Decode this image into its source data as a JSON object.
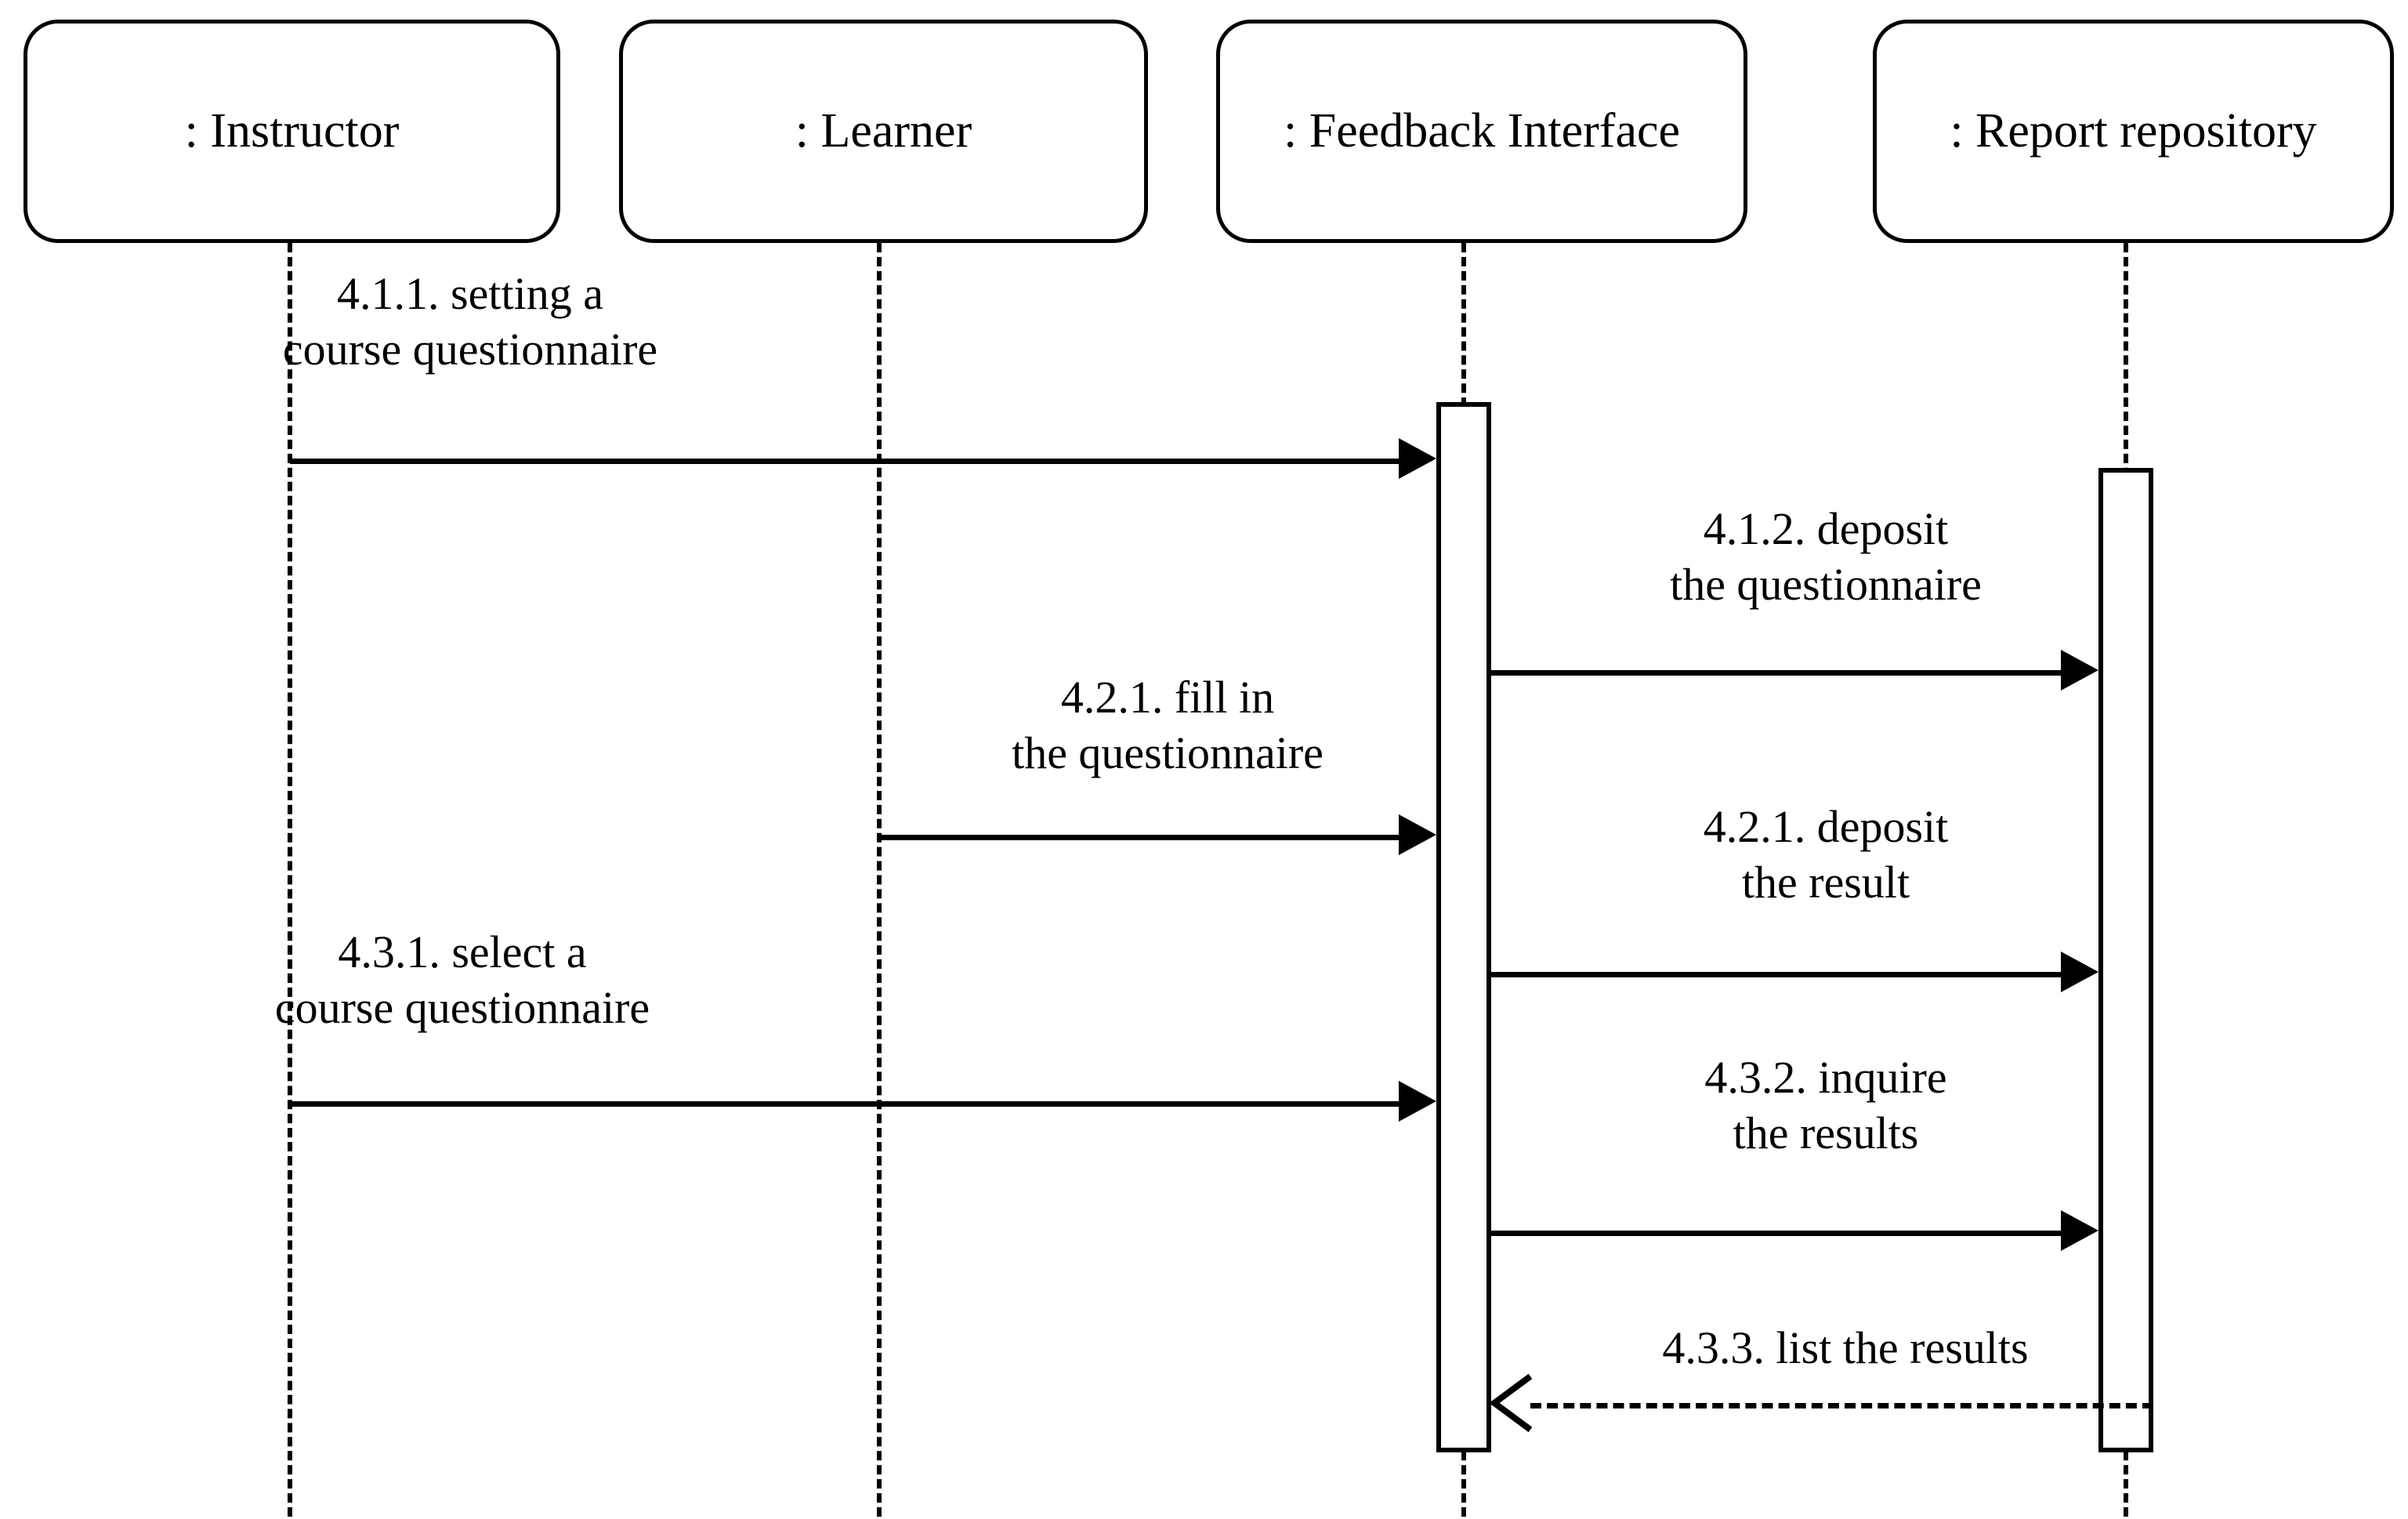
{
  "diagram": {
    "type": "uml-sequence-diagram",
    "title": "",
    "background_color": "#ffffff",
    "line_color": "#000000"
  },
  "lifelines": [
    {
      "id": "instructor",
      "label": ": Instructor",
      "kind": "actor"
    },
    {
      "id": "learner",
      "label": ": Learner",
      "kind": "actor"
    },
    {
      "id": "feedback_interface",
      "label": ": Feedback Interface",
      "kind": "boundary"
    },
    {
      "id": "report_repository",
      "label": ": Report repository",
      "kind": "database"
    }
  ],
  "activations": [
    {
      "lifeline": "feedback_interface"
    },
    {
      "lifeline": "report_repository"
    }
  ],
  "messages": [
    {
      "number": "4.1.1.",
      "label": "4.1.1. setting a\ncourse questionnaire",
      "from": "instructor",
      "to": "feedback_interface",
      "style": "solid",
      "arrow": "filled"
    },
    {
      "number": "4.1.2.",
      "label": "4.1.2. deposit\nthe questionnaire",
      "from": "feedback_interface",
      "to": "report_repository",
      "style": "solid",
      "arrow": "filled"
    },
    {
      "number": "4.2.1.",
      "label": "4.2.1. fill in\nthe questionnaire",
      "from": "learner",
      "to": "feedback_interface",
      "style": "solid",
      "arrow": "filled"
    },
    {
      "number": "4.2.1.",
      "label": "4.2.1. deposit\nthe result",
      "from": "feedback_interface",
      "to": "report_repository",
      "style": "solid",
      "arrow": "filled"
    },
    {
      "number": "4.3.1.",
      "label": "4.3.1. select a\ncourse questionnaire",
      "from": "instructor",
      "to": "feedback_interface",
      "style": "solid",
      "arrow": "filled"
    },
    {
      "number": "4.3.2.",
      "label": "4.3.2. inquire\nthe results",
      "from": "feedback_interface",
      "to": "report_repository",
      "style": "solid",
      "arrow": "filled"
    },
    {
      "number": "4.3.3.",
      "label": "4.3.3. list the results",
      "from": "report_repository",
      "to": "feedback_interface",
      "style": "dashed",
      "arrow": "open"
    }
  ]
}
